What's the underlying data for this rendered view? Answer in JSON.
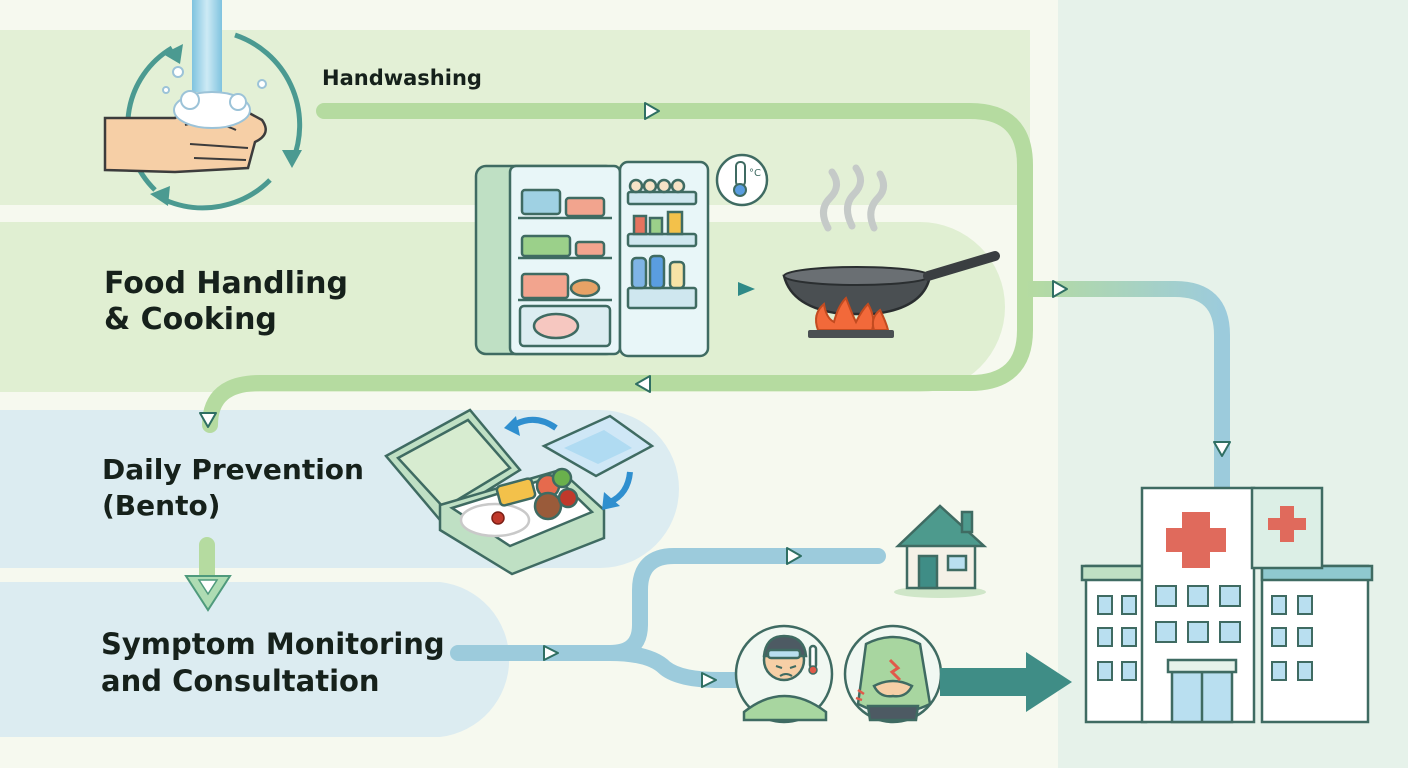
{
  "stages": [
    {
      "id": "handwashing",
      "label_lines": [
        "Handwashing"
      ]
    },
    {
      "id": "food-handling",
      "label_lines": [
        "Food Handling",
        "& Cooking"
      ]
    },
    {
      "id": "daily-prevention",
      "label_lines": [
        "Daily Prevention",
        "(Bento)"
      ]
    },
    {
      "id": "symptom-monitoring",
      "label_lines": [
        "Symptom Monitoring",
        "and Consultation"
      ]
    }
  ],
  "thermometer_unit": "°C",
  "colors": {
    "background": "#f6f9ef",
    "green_band": "#e0efd2",
    "blue_band": "#dcecf1",
    "green_path": "#b5dba0",
    "blue_path": "#9ccbdc",
    "teal_arrow": "#3f8d86",
    "hospital_cross": "#e06a5c",
    "outline": "#3f6b62"
  }
}
